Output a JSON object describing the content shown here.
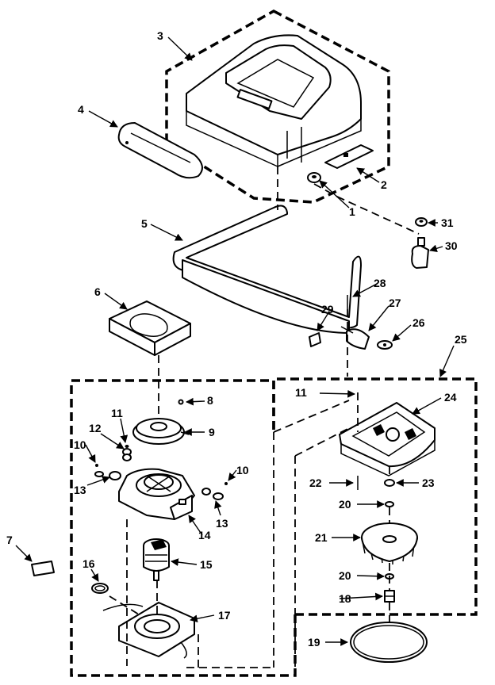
{
  "callouts": [
    "1",
    "2",
    "3",
    "4",
    "5",
    "6",
    "7",
    "8",
    "9",
    "10",
    "10",
    "11",
    "11",
    "12",
    "13",
    "13",
    "14",
    "15",
    "16",
    "17",
    "18",
    "19",
    "20",
    "20",
    "21",
    "22",
    "23",
    "24",
    "25",
    "26",
    "27",
    "28",
    "29",
    "30",
    "31"
  ]
}
